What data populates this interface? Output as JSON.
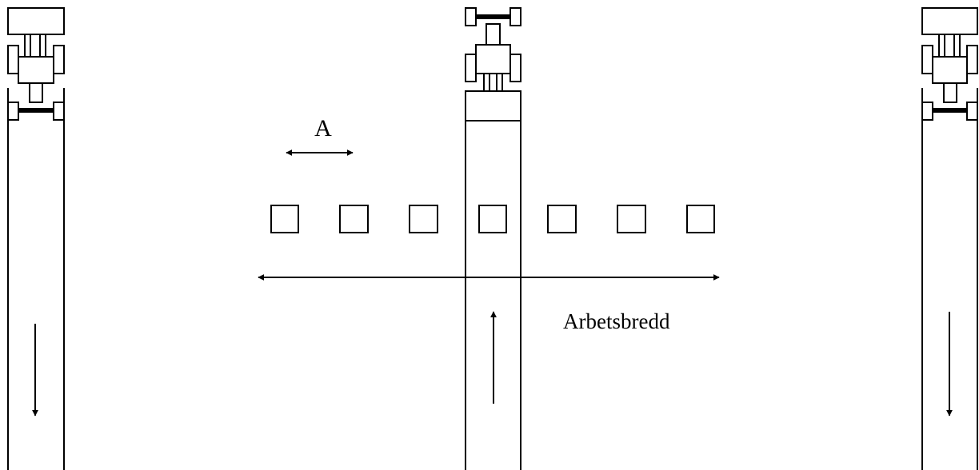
{
  "labels": {
    "spacing": "A",
    "working_width": "Arbetsbredd"
  },
  "tractors": [
    {
      "name": "left-tractor",
      "direction": "down"
    },
    {
      "name": "center-tractor",
      "direction": "up"
    },
    {
      "name": "right-tractor",
      "direction": "down"
    }
  ],
  "plants": {
    "count": 7
  },
  "colors": {
    "line": "#000000",
    "background": "#ffffff"
  }
}
